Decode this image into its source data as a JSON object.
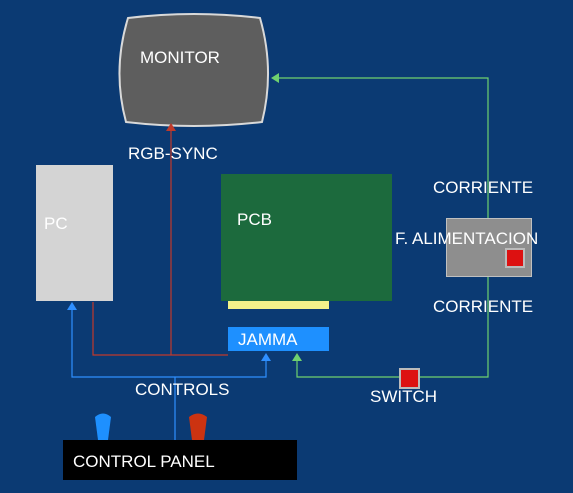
{
  "labels": {
    "monitor": "MONITOR",
    "rgb_sync": "RGB-SYNC",
    "pc": "PC",
    "pcb": "PCB",
    "corriente_top": "CORRIENTE",
    "power_supply": "F. ALIMENTACION",
    "corriente_bottom": "CORRIENTE",
    "jamma": "JAMMA",
    "switch": "SWITCH",
    "controls": "CONTROLS",
    "control_panel": "CONTROL PANEL"
  },
  "colors": {
    "background": "#0b3a73",
    "video_wire": "#c0392b",
    "control_wire": "#2f8fff",
    "power_wire": "#6fd16f"
  }
}
